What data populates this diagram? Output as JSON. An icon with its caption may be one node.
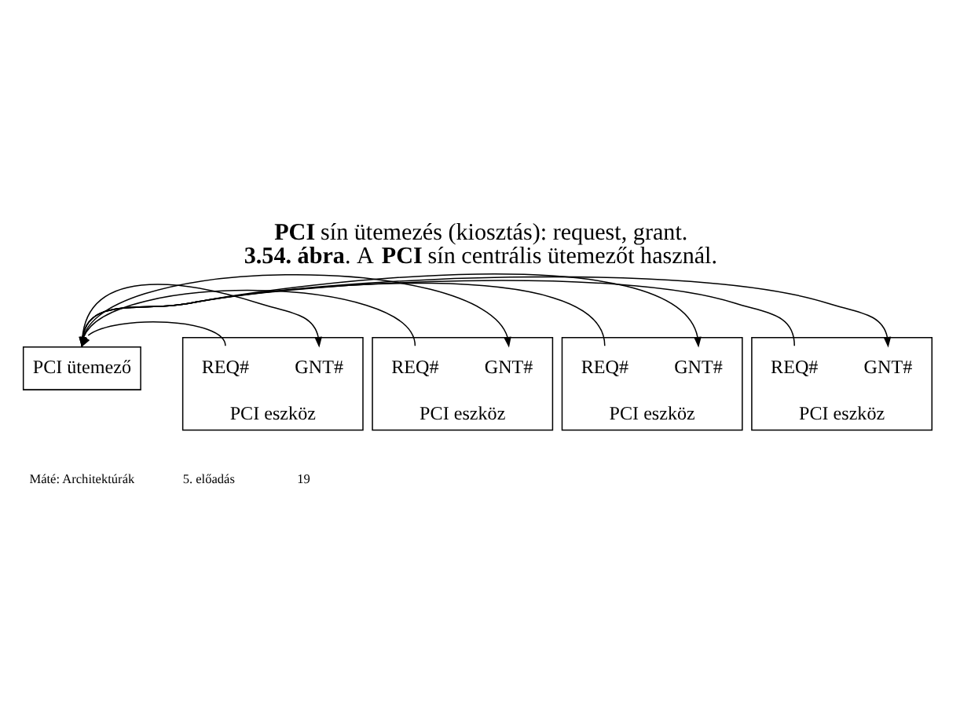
{
  "diagram": {
    "title": "**PCI** sín ütemezés (kiosztás): request, grant.",
    "caption": "**3.54. ábra**. A **PCI** sín centrális ütemezőt használ.",
    "nodes": [
      {
        "text": [
          "PCI ütemező"
        ]
      },
      {
        "text": [
          "PCI eszköz"
        ]
      },
      {
        "text": [
          "REQ#"
        ],
        "in": 1
      },
      {
        "text": [
          "GNT#"
        ],
        "in": 1
      },
      {
        "text": [
          "PCI eszköz"
        ]
      },
      {
        "text": [
          "REQ#"
        ],
        "in": 4
      },
      {
        "text": [
          "GNT#"
        ],
        "in": 4
      },
      {
        "text": [
          "PCI eszköz"
        ]
      },
      {
        "text": [
          "REQ#"
        ],
        "in": 7
      },
      {
        "text": [
          "GNT#"
        ],
        "in": 7
      },
      {
        "text": [
          "PCI eszköz"
        ]
      },
      {
        "text": [
          "REQ#"
        ],
        "in": 10
      },
      {
        "text": [
          "GNT#"
        ],
        "in": 10
      }
    ],
    "edges": [
      {
        "from": 2,
        "to": 0,
        "arrow": "to"
      },
      {
        "from": 0,
        "to": 3,
        "arrow": "to"
      },
      {
        "from": 5,
        "to": 0,
        "arrow": "to"
      },
      {
        "from": 0,
        "to": 6,
        "arrow": "to"
      },
      {
        "from": 8,
        "to": 0,
        "arrow": "to"
      },
      {
        "from": 0,
        "to": 9,
        "arrow": "to"
      },
      {
        "from": 11,
        "to": 0,
        "arrow": "to"
      },
      {
        "from": 0,
        "to": 12,
        "arrow": "to"
      }
    ],
    "labels": [
      "Máté: Architektúrák",
      "5. előadás",
      "19"
    ]
  }
}
